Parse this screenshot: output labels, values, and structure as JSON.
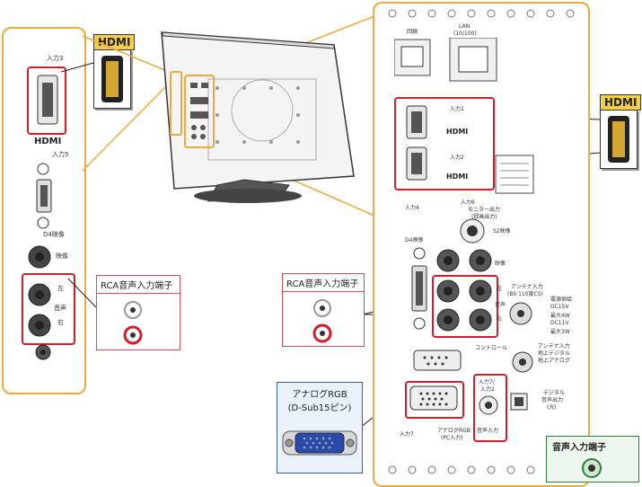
{
  "labels": {
    "hdmi_left": "HDMI",
    "hdmi_right": "HDMI",
    "rca_left": "RCA音声入力端子",
    "rca_right": "RCA音声入力端子",
    "analog_rgb_line1": "アナログRGB",
    "analog_rgb_line2": "(D-Sub15ピン)",
    "audio_in": "音声入力端子"
  },
  "left_panel": {
    "input3": "入力3",
    "hdmi_logo": "HDMI",
    "input5": "入力5",
    "d4": "D4映像",
    "video": "映像",
    "left": "左",
    "audio": "音声",
    "right": "右"
  },
  "right_panel": {
    "line": "回線",
    "lan": "LAN",
    "lan_speed": "(10/100)",
    "input1": "入力1",
    "input2": "入力2",
    "hdmi1": "HDMI",
    "hdmi2": "HDMI",
    "input4": "入力4",
    "input6": "入力6",
    "monitor_out": "モニター出力",
    "monitor_out2": "(録画出力)",
    "d4": "D4映像",
    "s2": "S2映像",
    "video": "映像",
    "left": "左",
    "audio": "音声",
    "right": "右",
    "antenna_bs": "アンテナ入力",
    "antenna_bs2": "(BS·110度CS)",
    "control": "コントロール",
    "antenna_ground": "アンテナ入力",
    "antenna_ground2": "地上デジタル",
    "antenna_ground3": "地上アナログ",
    "input7": "入力7",
    "analog_rgb": "アナログRGB",
    "analog_rgb2": "(PC入力)",
    "input7_2": "入力7/",
    "input2_2": "入力2",
    "audio_in": "音声入力",
    "digital_out": "デジタル",
    "digital_out2": "音声出力",
    "digital_out3": "(光)",
    "power": "電源供給",
    "dc15v": "DC15V",
    "max4w": "最大4W",
    "dc11v": "DC11V",
    "max3w": "最大3W"
  }
}
